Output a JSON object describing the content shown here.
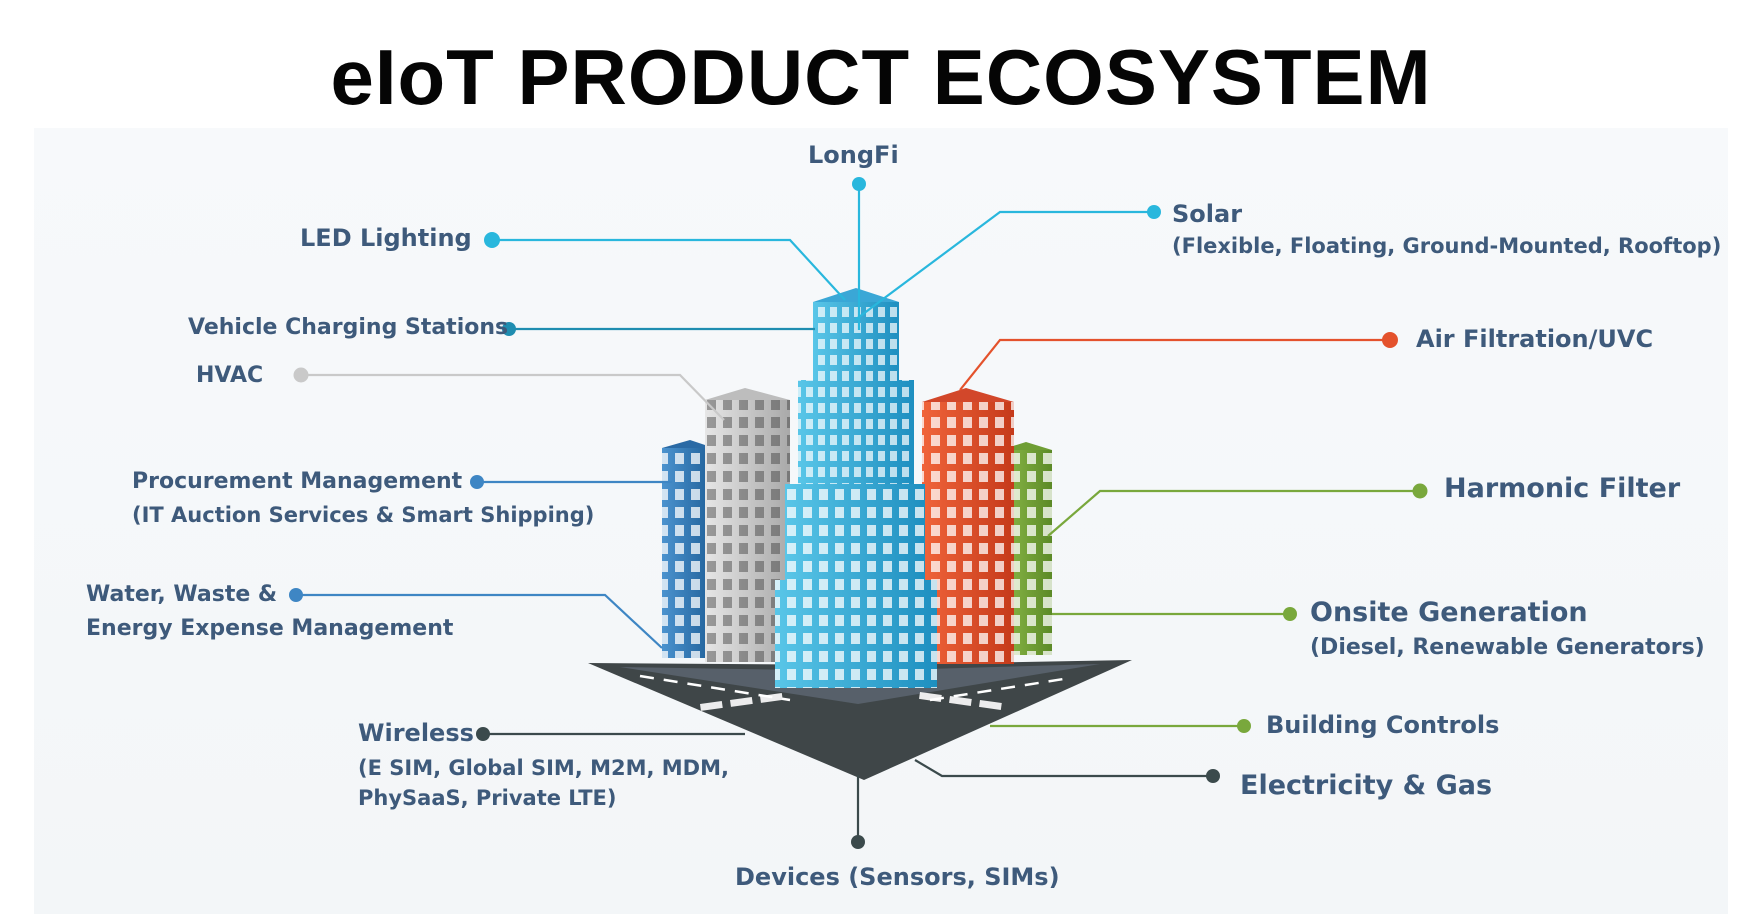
{
  "title": "eIoT PRODUCT ECOSYSTEM",
  "colors": {
    "cyan": "#29b7dd",
    "teal": "#1f8db0",
    "grey": "#c9c9c9",
    "blue": "#3e86c4",
    "orange": "#e4522c",
    "green": "#79a83c",
    "dark": "#3b4a4c",
    "label": "#3e5a7b"
  },
  "labels": {
    "longfi": "LongFi",
    "led_lighting": "LED Lighting",
    "vehicle_charging": "Vehicle Charging Stations",
    "hvac": "HVAC",
    "procurement": "Procurement Management",
    "procurement_sub": "(IT Auction Services & Smart Shipping)",
    "water_line1": "Water, Waste &",
    "water_line2": "Energy Expense Management",
    "wireless": "Wireless",
    "wireless_sub1": "(E SIM, Global SIM, M2M, MDM,",
    "wireless_sub2": "PhySaaS, Private LTE)",
    "devices": "Devices (Sensors, SIMs)",
    "solar": "Solar",
    "solar_sub": "(Flexible, Floating, Ground-Mounted, Rooftop)",
    "air_filtration": "Air Filtration/UVC",
    "harmonic_filter": "Harmonic Filter",
    "onsite_generation": "Onsite Generation",
    "onsite_sub": "(Diesel,  Renewable Generators)",
    "building_controls": "Building Controls",
    "electricity_gas": "Electricity & Gas"
  }
}
